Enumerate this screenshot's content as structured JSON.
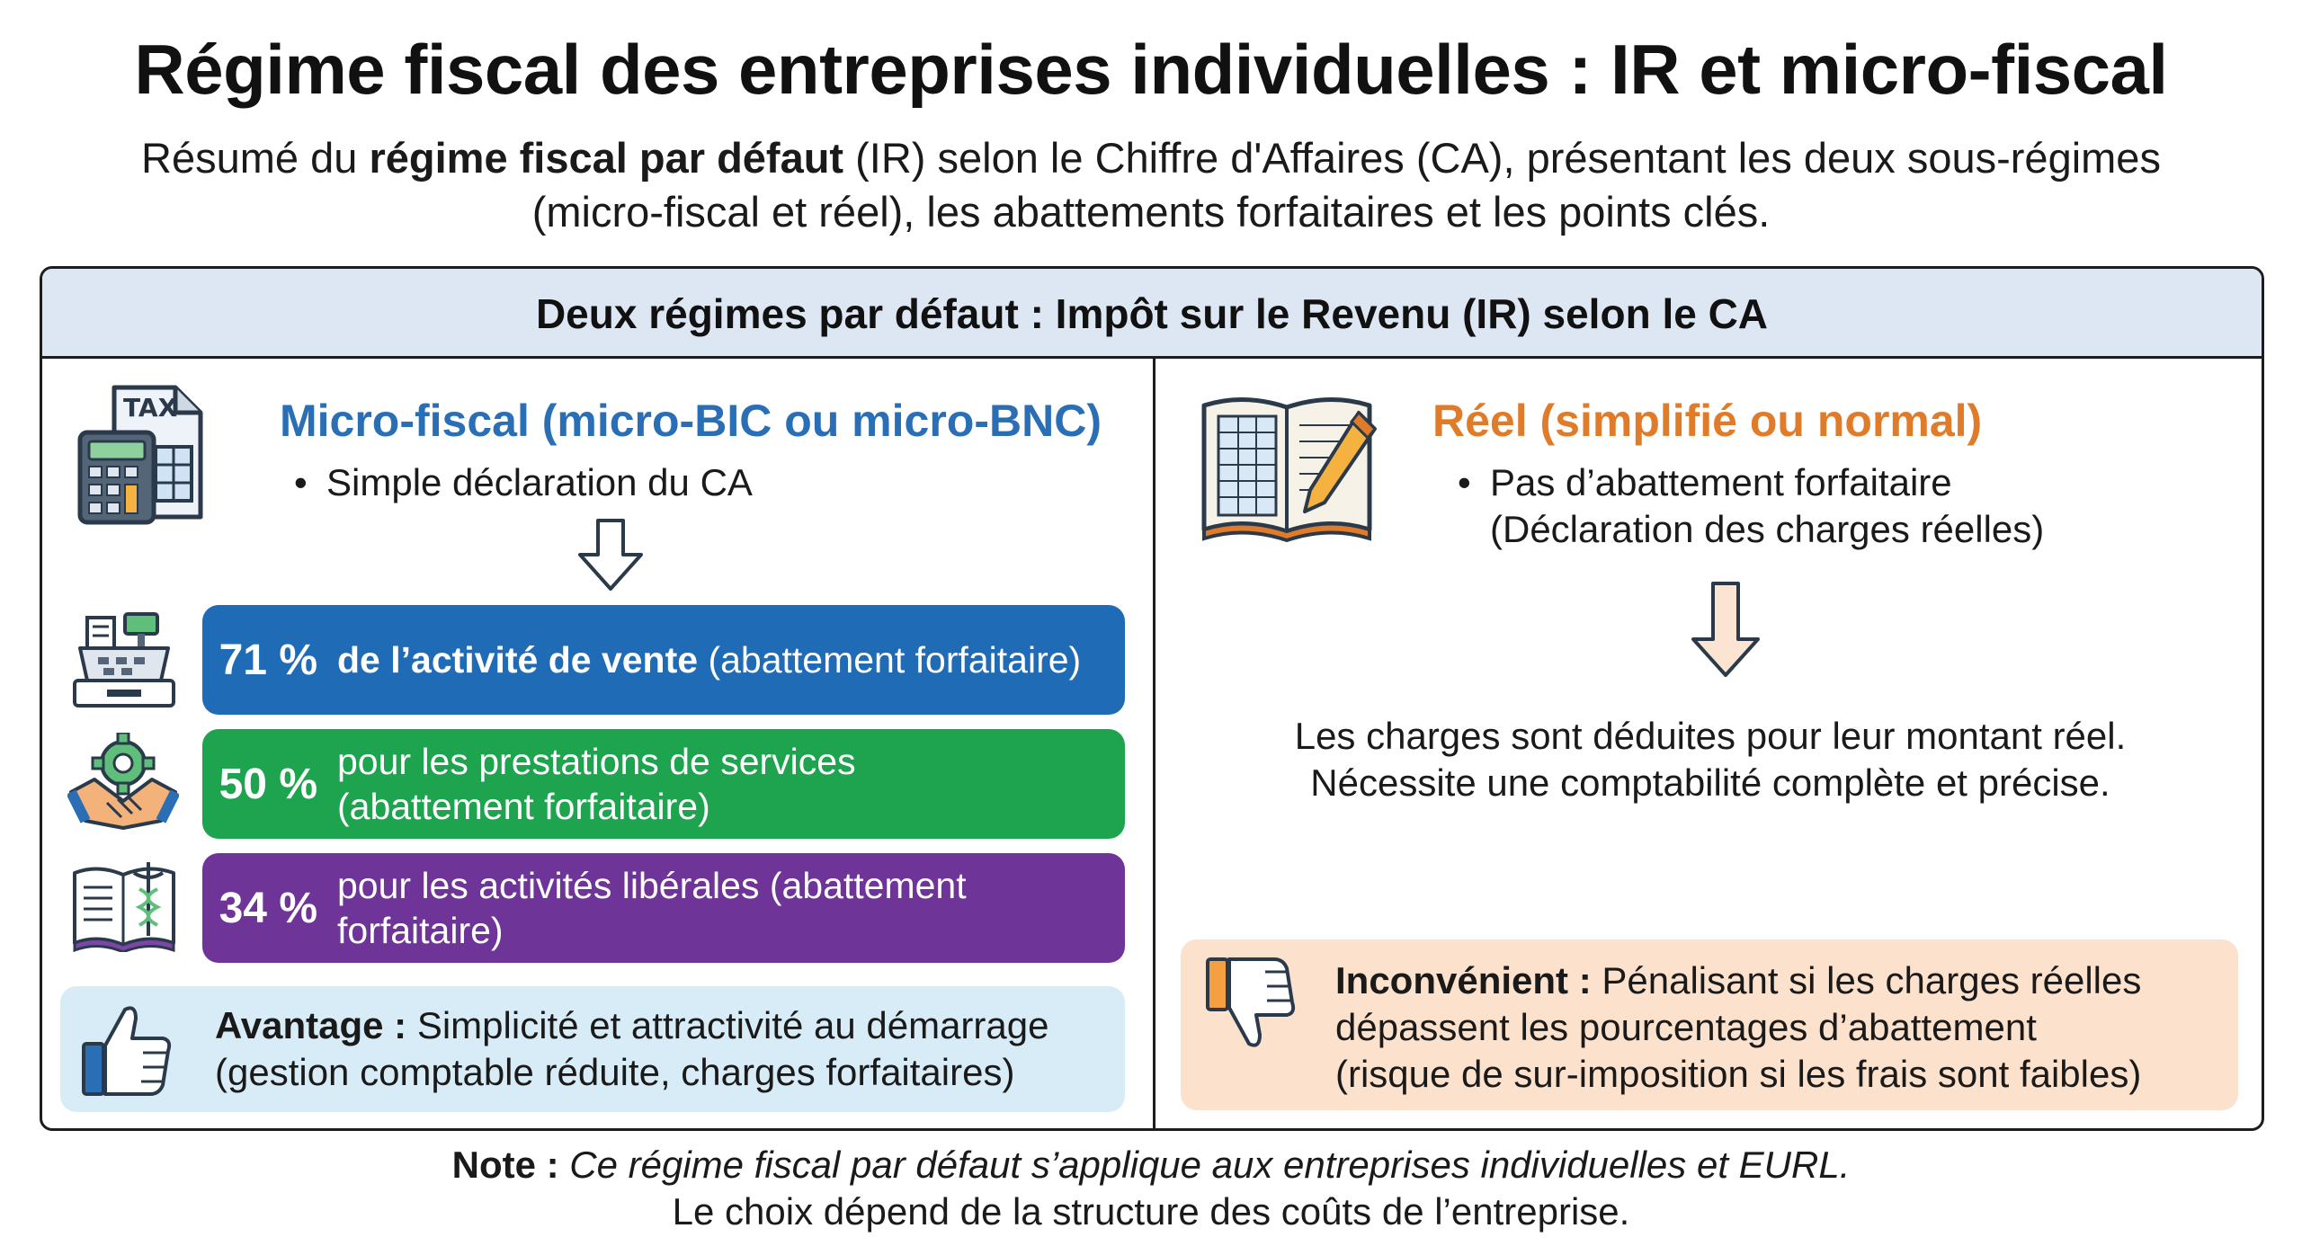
{
  "title": "Régime fiscal des entreprises individuelles : IR et micro-fiscal",
  "subtitle": {
    "part1": "Résumé du ",
    "bold": "régime fiscal par défaut",
    "part2": " (IR) selon le Chiffre d'Affaires (CA), présentant les deux sous-régimes",
    "line2": "(micro-fiscal et réel), les abattements forfaitaires et les points clés."
  },
  "panel": {
    "header": "Deux régimes par défaut : Impôt sur le Revenu (IR) selon le CA"
  },
  "micro": {
    "title": "Micro-fiscal (micro-BIC ou micro-BNC)",
    "bullet": "Simple déclaration du CA",
    "tax_icon_label": "TAX",
    "rates": [
      {
        "pct": "71 %",
        "bold": "de l’activité de vente",
        "rest": " (abattement forfaitaire)",
        "line2": ""
      },
      {
        "pct": "50 %",
        "bold": "",
        "rest": "pour les prestations de services",
        "line2": "(abattement forfaitaire)"
      },
      {
        "pct": "34 %",
        "bold": "",
        "rest": "pour les activités libérales (abattement",
        "line2": "forfaitaire)"
      }
    ],
    "advantage": {
      "label": "Avantage :",
      "line1": " Simplicité et attractivité au démarrage",
      "line2": "(gestion comptable réduite, charges forfaitaires)"
    }
  },
  "reel": {
    "title": "Réel (simplifié ou normal)",
    "bullet_line1": "Pas d’abattement forfaitaire",
    "bullet_line2": "(Déclaration des charges réelles)",
    "text_line1": "Les charges sont déduites pour leur montant réel.",
    "text_line2": "Nécessite une comptabilité complète et précise.",
    "drawback": {
      "label": "Inconvénient :",
      "line1": " Pénalisant si les charges réelles",
      "line2": "dépassent les pourcentages d’abattement",
      "line3": "(risque de sur-imposition si les frais sont faibles)"
    }
  },
  "note": {
    "label": "Note :",
    "line1": " Ce régime fiscal par défaut s’applique aux entreprises individuelles et EURL.",
    "line2": "Le choix dépend de la structure des coûts de l’entreprise."
  },
  "colors": {
    "blue_title": "#2a6fb5",
    "orange_title": "#e07b2a",
    "sales_bar": "#1f6bb5",
    "services_bar": "#1ea34e",
    "liberal_bar": "#6f3497",
    "advantage_bg": "#d8ecf8",
    "drawback_bg": "#fce1cc",
    "header_bg": "#dde7f4"
  },
  "icons": [
    "tax-calculator-icon",
    "arrow-down-icon",
    "cash-register-icon",
    "handshake-gear-icon",
    "caduceus-book-icon",
    "thumbs-up-icon",
    "open-ledger-pencil-icon",
    "thumbs-down-icon"
  ]
}
